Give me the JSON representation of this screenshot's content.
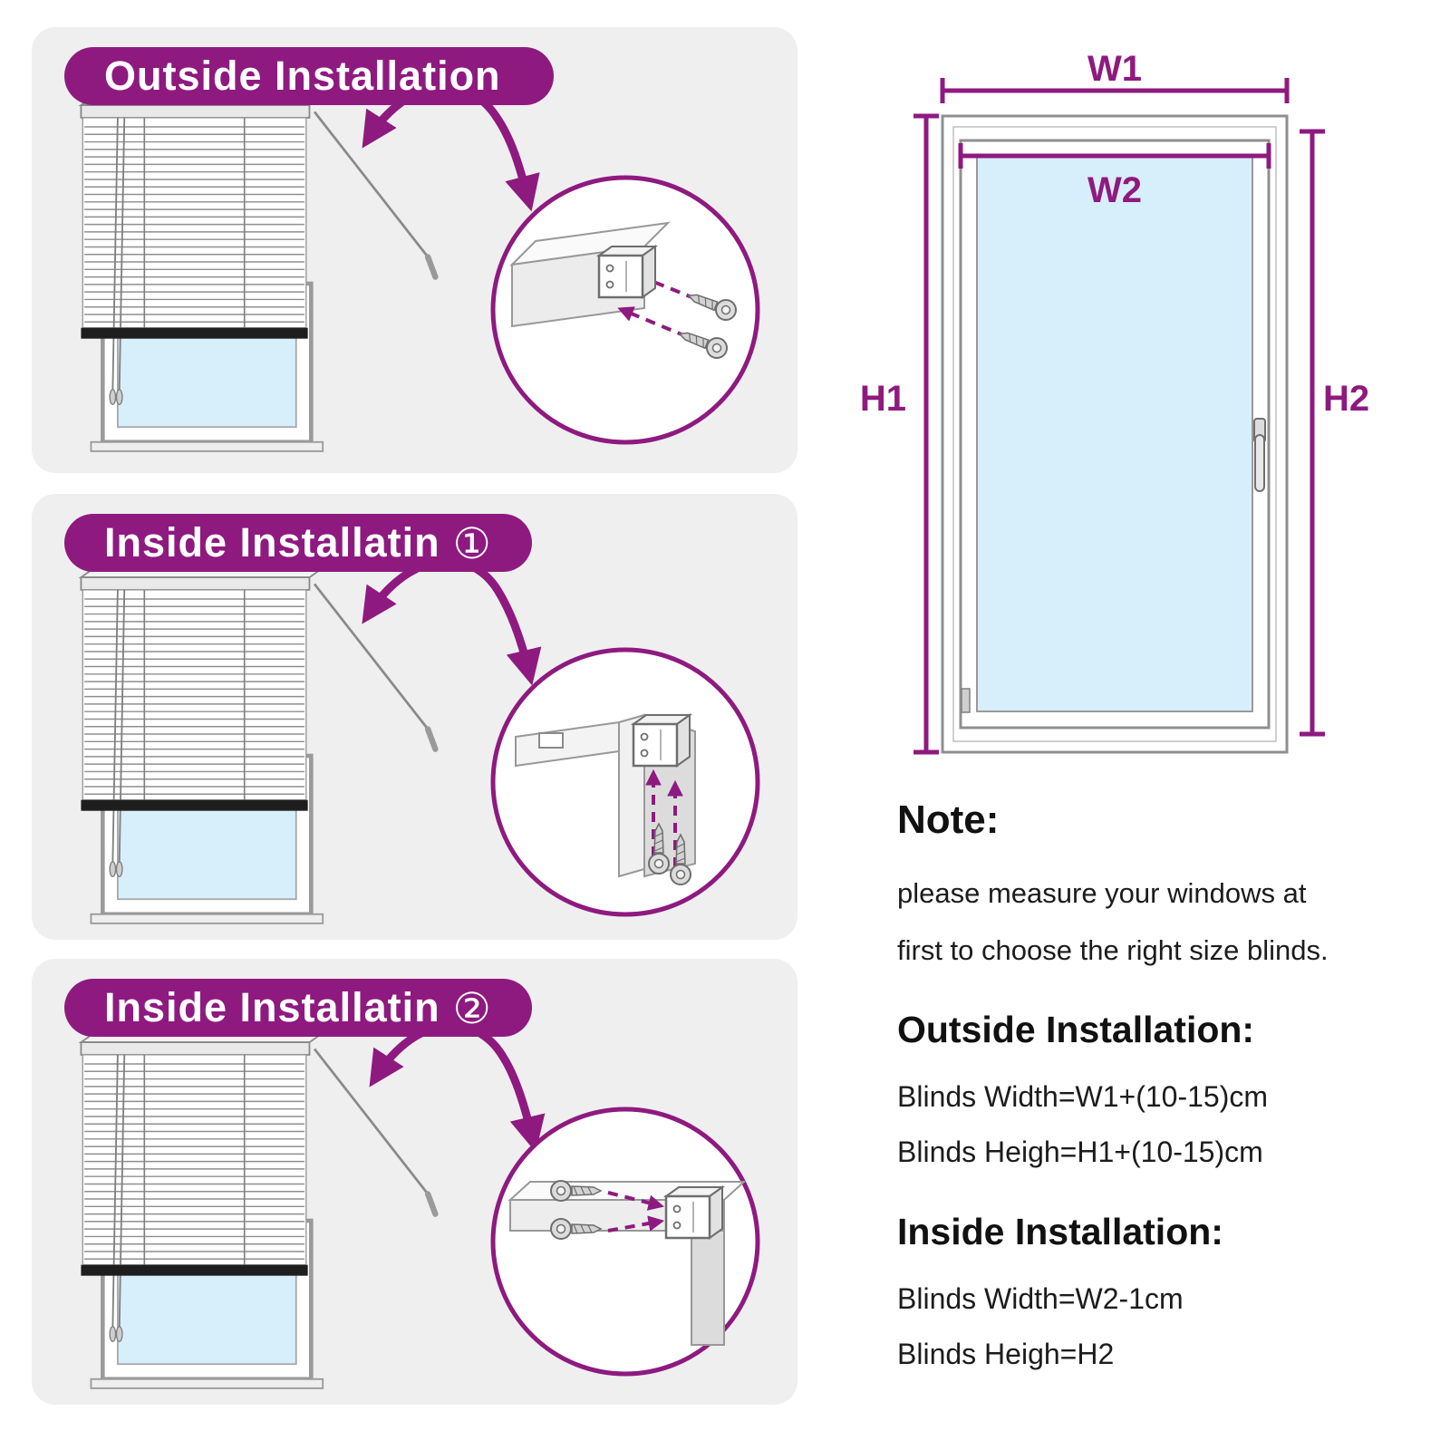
{
  "colors": {
    "accent_purple": "#8e1a80",
    "panel_background": "#efeff0",
    "glass_blue": "#d7eefb",
    "banner_text": "#ffffff",
    "body_text": "#1c1c1c"
  },
  "panels": [
    {
      "title": "Outside Installation",
      "badge": ""
    },
    {
      "title": "Inside Installatin",
      "badge": "①"
    },
    {
      "title": "Inside Installatin",
      "badge": "②"
    }
  ],
  "window_diagram": {
    "labels": {
      "w1": "W1",
      "w2": "W2",
      "h1": "H1",
      "h2": "H2"
    }
  },
  "note": {
    "heading": "Note:",
    "line1": "please measure your windows at",
    "line2": "first to choose the right size blinds."
  },
  "outside_installation": {
    "heading": "Outside Installation:",
    "width_formula": "Blinds Width=W1+(10-15)cm",
    "height_formula": "Blinds Heigh=H1+(10-15)cm"
  },
  "inside_installation": {
    "heading": "Inside Installation:",
    "width_formula": "Blinds Width=W2-1cm",
    "height_formula": "Blinds Heigh=H2"
  }
}
